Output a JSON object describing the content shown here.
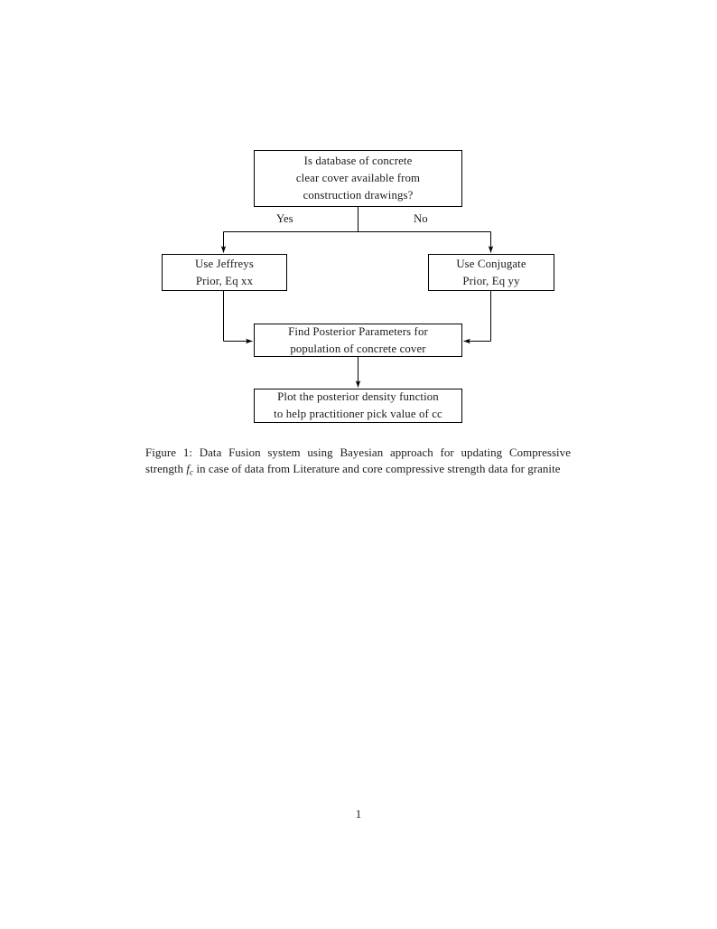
{
  "document": {
    "page_number": "1",
    "background_color": "#ffffff",
    "text_color": "#1a1a1a",
    "line_color": "#000000"
  },
  "figure": {
    "type": "flowchart",
    "nodes": [
      {
        "id": "decision",
        "shape": "rectangle",
        "lines": [
          "Is database of concrete",
          "clear cover available from",
          "construction drawings?"
        ]
      },
      {
        "id": "jeffreys",
        "shape": "rectangle",
        "lines": [
          "Use Jeffreys",
          "Prior, Eq xx"
        ]
      },
      {
        "id": "conjugate",
        "shape": "rectangle",
        "lines": [
          "Use Conjugate",
          "Prior, Eq yy"
        ]
      },
      {
        "id": "posterior",
        "shape": "rectangle",
        "lines": [
          "Find Posterior Parameters for",
          "population of concrete cover"
        ]
      },
      {
        "id": "plot",
        "shape": "rectangle",
        "lines": [
          "Plot the posterior density function",
          "to help practitioner pick value of cc"
        ]
      }
    ],
    "edge_labels": {
      "yes": "Yes",
      "no": "No"
    },
    "edges": [
      {
        "from": "decision",
        "to": "jeffreys",
        "label": "Yes"
      },
      {
        "from": "decision",
        "to": "conjugate",
        "label": "No"
      },
      {
        "from": "jeffreys",
        "to": "posterior",
        "label": ""
      },
      {
        "from": "conjugate",
        "to": "posterior",
        "label": ""
      },
      {
        "from": "posterior",
        "to": "plot",
        "label": ""
      }
    ]
  },
  "caption": {
    "label": "Figure 1:",
    "text_before_math": " Data Fusion system using Bayesian approach for updating Compressive strength ",
    "math_base": "f",
    "math_sub": "c",
    "text_after_math": " in case of data from Literature and core compressive strength data for granite",
    "full_text": "Figure 1: Data Fusion system using Bayesian approach for updating Compressive strength f_c in case of data from Literature and core compressive strength data for granite"
  }
}
